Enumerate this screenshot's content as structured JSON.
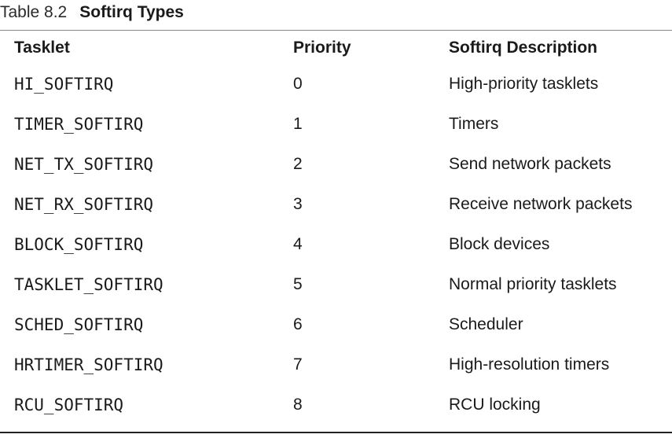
{
  "caption": {
    "number": "Table 8.2",
    "title": "Softirq Types"
  },
  "table": {
    "headers": [
      "Tasklet",
      "Priority",
      "Softirq Description"
    ],
    "rows": [
      [
        "HI_SOFTIRQ",
        "0",
        "High-priority tasklets"
      ],
      [
        "TIMER_SOFTIRQ",
        "1",
        "Timers"
      ],
      [
        "NET_TX_SOFTIRQ",
        "2",
        "Send network packets"
      ],
      [
        "NET_RX_SOFTIRQ",
        "3",
        "Receive network packets"
      ],
      [
        "BLOCK_SOFTIRQ",
        "4",
        "Block devices"
      ],
      [
        "TASKLET_SOFTIRQ",
        "5",
        "Normal priority tasklets"
      ],
      [
        "SCHED_SOFTIRQ",
        "6",
        "Scheduler"
      ],
      [
        "HRTIMER_SOFTIRQ",
        "7",
        "High-resolution timers"
      ],
      [
        "RCU_SOFTIRQ",
        "8",
        "RCU locking"
      ]
    ]
  }
}
